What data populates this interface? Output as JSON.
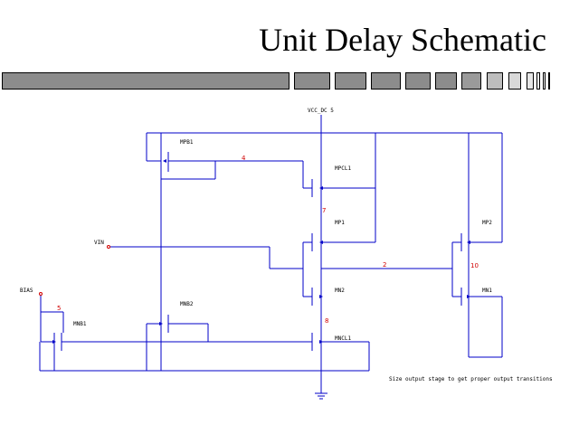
{
  "slide": {
    "title": "Unit Delay Schematic",
    "note": "Size output stage to get proper output transitions"
  },
  "schematic": {
    "supply": "VCC_DC 5",
    "inputs": [
      "VIN",
      "BIAS"
    ],
    "transistors": [
      "MPB1",
      "MPCL1",
      "MP1",
      "MP2",
      "MN1",
      "MN2",
      "MNB2",
      "MNB1",
      "MNCL1"
    ],
    "nodes": [
      "4",
      "7",
      "2",
      "10",
      "8",
      "5"
    ]
  },
  "colors": {
    "wire": "#0000c8",
    "node_label": "#d00000",
    "bar_fill": "#8c8c8c"
  }
}
